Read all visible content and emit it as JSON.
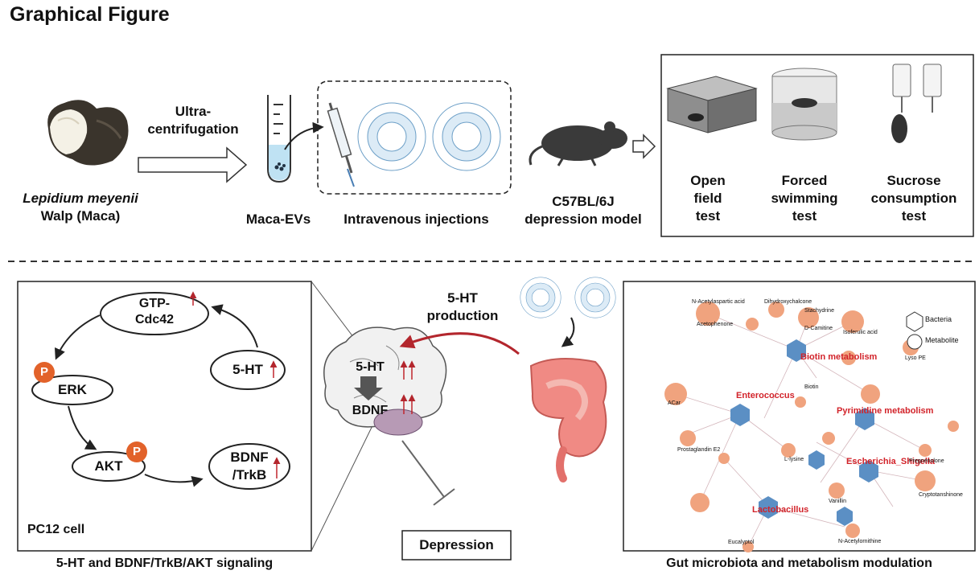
{
  "title": "Graphical Figure",
  "top": {
    "maca_species": "Lepidium meyenii",
    "maca_common": "Walp (Maca)",
    "arrow_line1": "Ultra-",
    "arrow_line2": "centrifugation",
    "evs_label": "Maca-EVs",
    "injection_label": "Intravenous injections",
    "model_line1": "C57BL/6J",
    "model_line2": "depression model",
    "tests": [
      {
        "line1": "Open",
        "line2": "field",
        "line3": "test"
      },
      {
        "line1": "Forced",
        "line2": "swimming",
        "line3": "test"
      },
      {
        "line1": "Sucrose",
        "line2": "consumption",
        "line3": "test"
      }
    ]
  },
  "pathway": {
    "gtp_line1": "GTP-",
    "gtp_line2": "Cdc42",
    "erk": "ERK",
    "akt": "AKT",
    "ht": "5-HT",
    "bdnf_line1": "BDNF",
    "bdnf_line2": "/TrkB",
    "phospho": "P",
    "cell_label": "PC12 cell",
    "caption": "5-HT and BDNF/TrkB/AKT signaling"
  },
  "brain": {
    "production_line1": "5-HT",
    "production_line2": "production",
    "ht": "5-HT",
    "bdnf": "BDNF",
    "outcome": "Depression"
  },
  "network": {
    "caption": "Gut microbiota and metabolism modulation",
    "legend_bacteria": "Bacteria",
    "legend_metabolite": "Metabolite",
    "pathways": [
      "Biotin metabolism",
      "Pyrimidine metabolism"
    ],
    "genera": [
      "Enterococcus",
      "Lactobacillus",
      "Escherichia_Shigella"
    ],
    "metabolites": [
      "Acetophenone",
      "D-Camitine",
      "ACar",
      "Dihydroxychalcone",
      "N-Acetylaspartic acid",
      "Stachydrine",
      "Lyso PE",
      "Isoferulic acid",
      "Biotin",
      "L-lysine",
      "Prostaglandin E2",
      "Vanillin",
      "N-Acetylornithine",
      "Eucalyptol",
      "Pregnenolone",
      "Cryptotanshinone"
    ],
    "colors": {
      "metabolite": "#f0a37e",
      "bacteria": "#5b8fc4",
      "pathway_text": "#d2232a"
    }
  },
  "colors": {
    "accent_red": "#c0262d",
    "phospho": "#e2622a"
  }
}
